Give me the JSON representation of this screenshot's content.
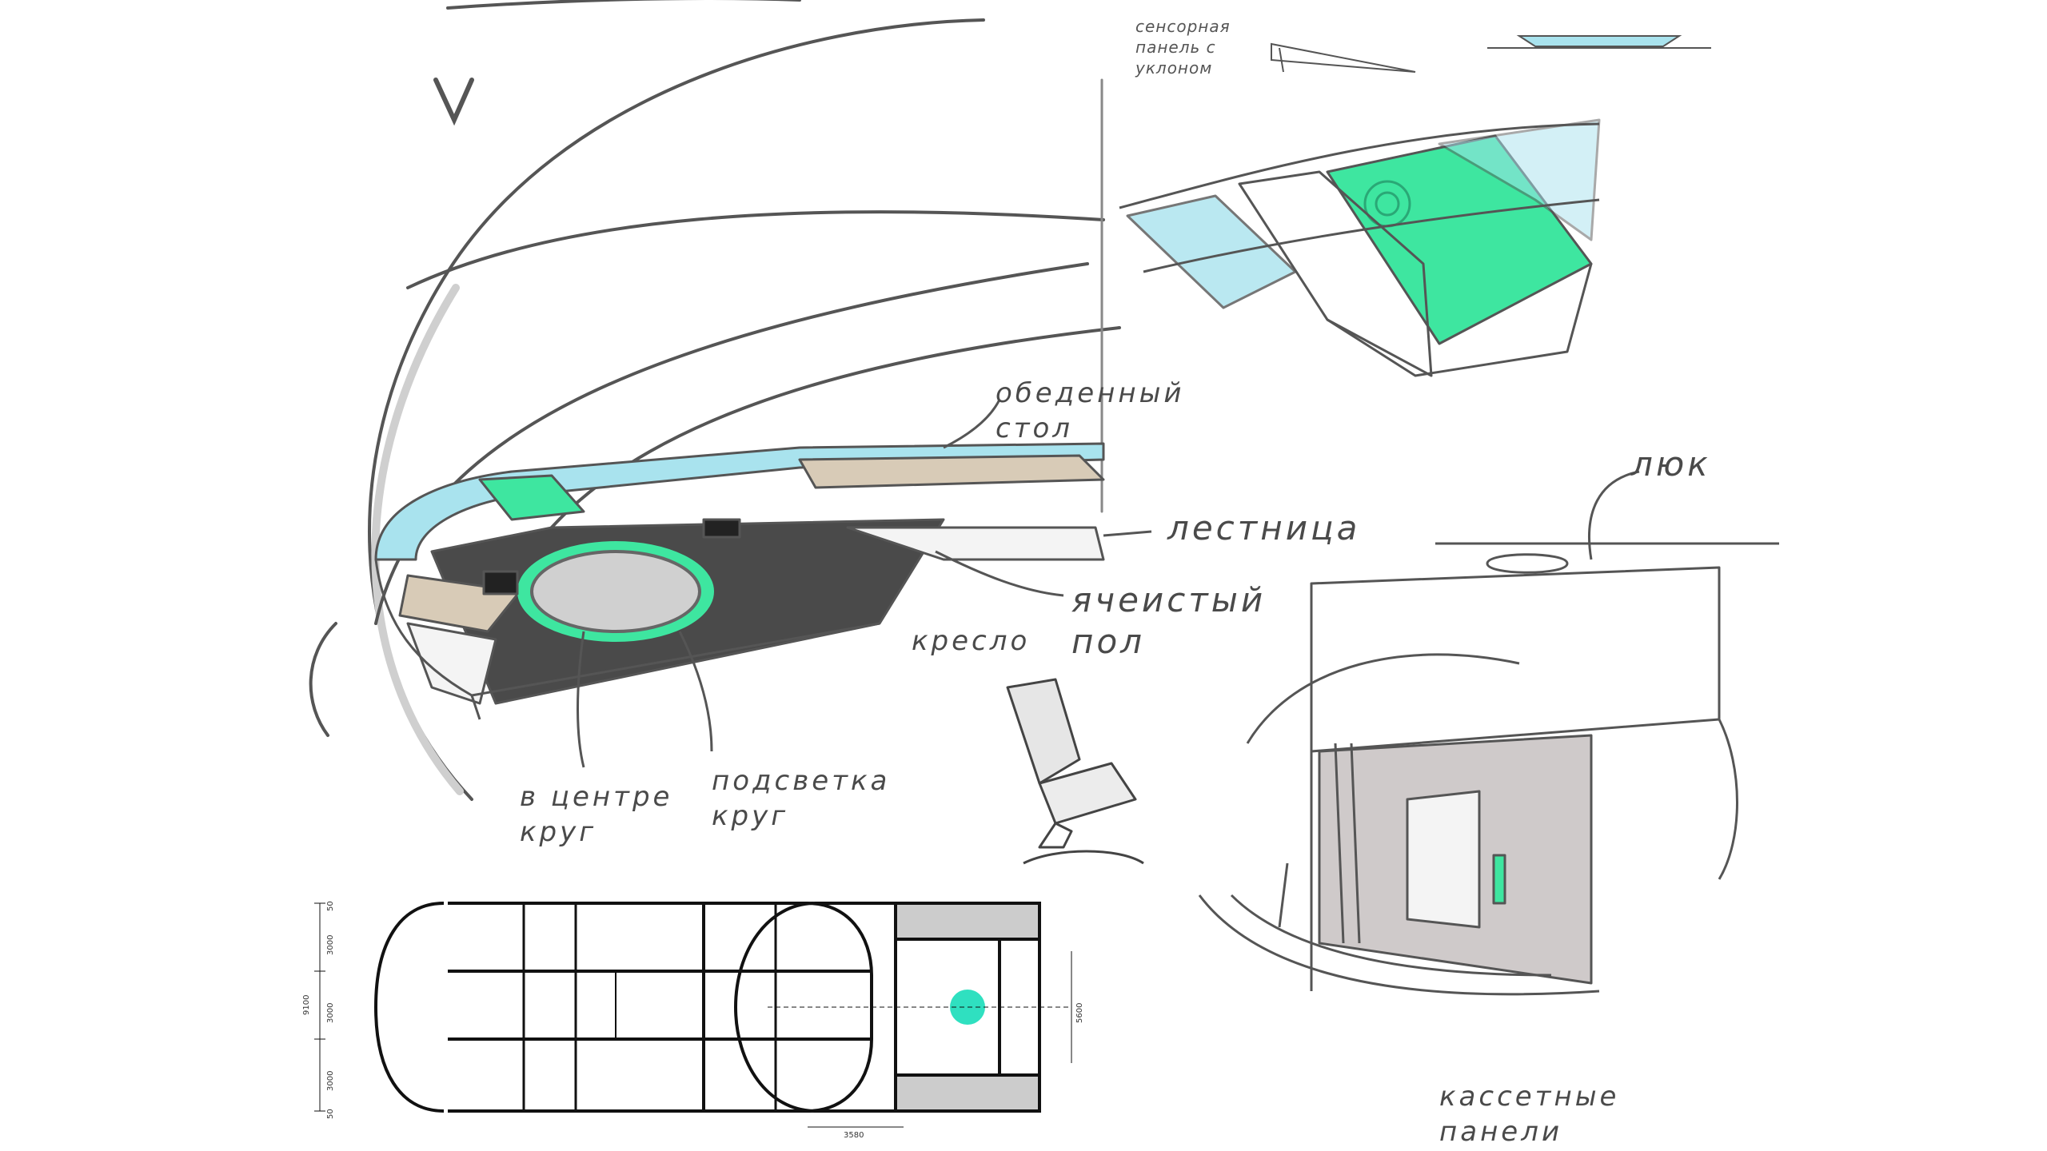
{
  "labels": {
    "touch_panel": "сенсорная\nпанель с\nуклоном",
    "dining_table": "обеденный\nстол",
    "stairs_top": "лестница",
    "lock": "люк",
    "cell_floor": "ячеистый\nпол",
    "armchair": "кресло",
    "center_circle": "в центре\nкруг",
    "lit_circle": "подсветка\nкруг",
    "cassette_panels": "кассетные\nпанели"
  },
  "section_dims": {
    "total_height": "9100",
    "top": "50",
    "floor1": "3000",
    "floor2": "3000",
    "floor3": "3000",
    "bottom": "50"
  },
  "plan_dims": {
    "right_height": "5600",
    "bottom_width": "3580"
  },
  "colors": {
    "stroke": "#5a5a5a",
    "accent_green": "#3ee6a0",
    "accent_blue": "#a9e3ee",
    "floor_dark": "#4a4a4a",
    "table_beige": "#d8cbb7",
    "wall_gray": "#cfcaca",
    "teal_circle": "#2fe0c0"
  }
}
